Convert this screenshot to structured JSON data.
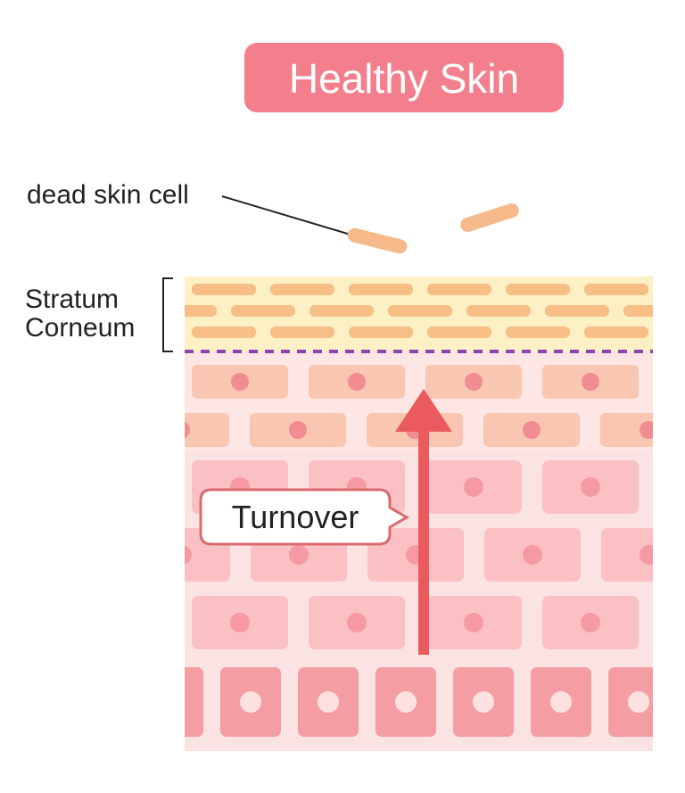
{
  "title": "Healthy Skin",
  "labels": {
    "dead_skin_cell": "dead skin cell",
    "stratum_line1": "Stratum",
    "stratum_line2": "Corneum",
    "turnover": "Turnover"
  },
  "colors": {
    "title_bg": "#f37f8c",
    "title_text": "#ffffff",
    "corneum_bg": "#fdf0c4",
    "corneum_cell": "#f7be86",
    "dead_cell": "#f5b98a",
    "boundary": "#8e44ad",
    "upper_layer_bg": "#fde6e4",
    "upper_cell": "#f9c6b1",
    "upper_nucleus": "#f18c93",
    "middle_layer_bg": "#fce3e3",
    "middle_cell": "#fbc0c4",
    "middle_nucleus": "#f59aa3",
    "basal_cell": "#f49ea3",
    "basal_nucleus": "#fde1e1",
    "arrow": "#ea5a5e",
    "callout_border": "#d96a6e",
    "text": "#222222"
  }
}
